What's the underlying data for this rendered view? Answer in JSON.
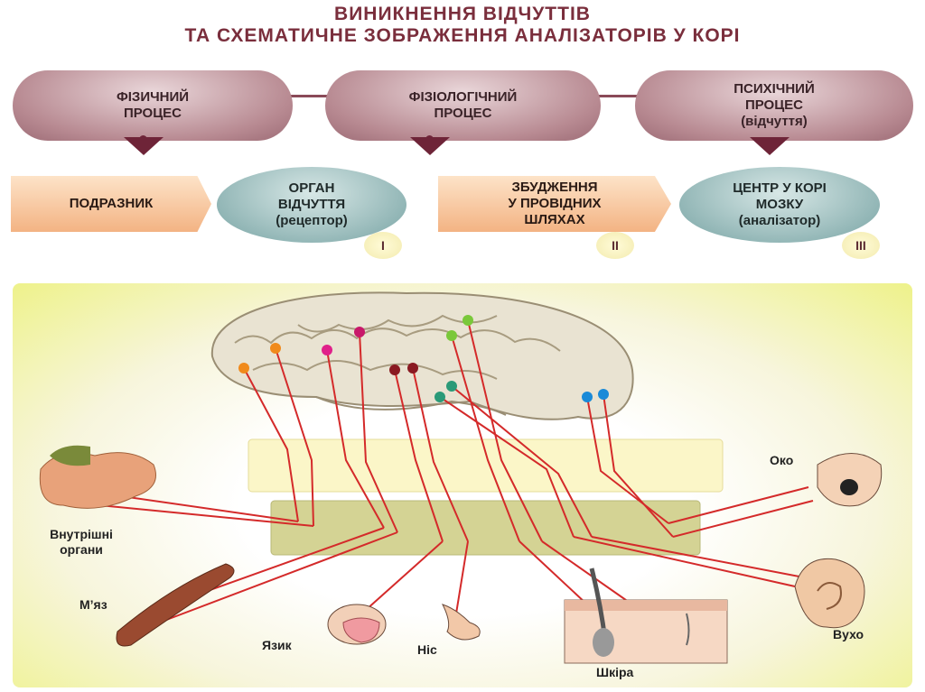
{
  "title": {
    "line1": "ВИНИКНЕННЯ ВІДЧУТТІВ",
    "line2": "ТА СХЕМАТИЧНЕ ЗОБРАЖЕННЯ АНАЛІЗАТОРІВ У КОРІ"
  },
  "processes": [
    "ФІЗИЧНИЙ\nПРОЦЕС",
    "ФІЗІОЛОГІЧНИЙ\nПРОЦЕС",
    "ПСИХІЧНИЙ\nПРОЦЕС\n(відчуття)"
  ],
  "chain": {
    "stimulus": "ПОДРАЗНИК",
    "receptor": "ОРГАН\nВІДЧУТТЯ\n(рецептор)",
    "pathways": "ЗБУДЖЕННЯ\nУ ПРОВІДНИХ\nШЛЯХАХ",
    "center": "ЦЕНТР У КОРІ\nМОЗКУ\n(аналізатор)"
  },
  "stages": [
    "I",
    "II",
    "III"
  ],
  "organs": {
    "eye": "Око",
    "internal": "Внутрішні\nоргани",
    "muscle": "М’яз",
    "tongue": "Язик",
    "nose": "Ніс",
    "skin": "Шкіра",
    "ear": "Вухо"
  },
  "colors": {
    "title": "#7a2e3c",
    "nerve": "#d42a2a"
  }
}
